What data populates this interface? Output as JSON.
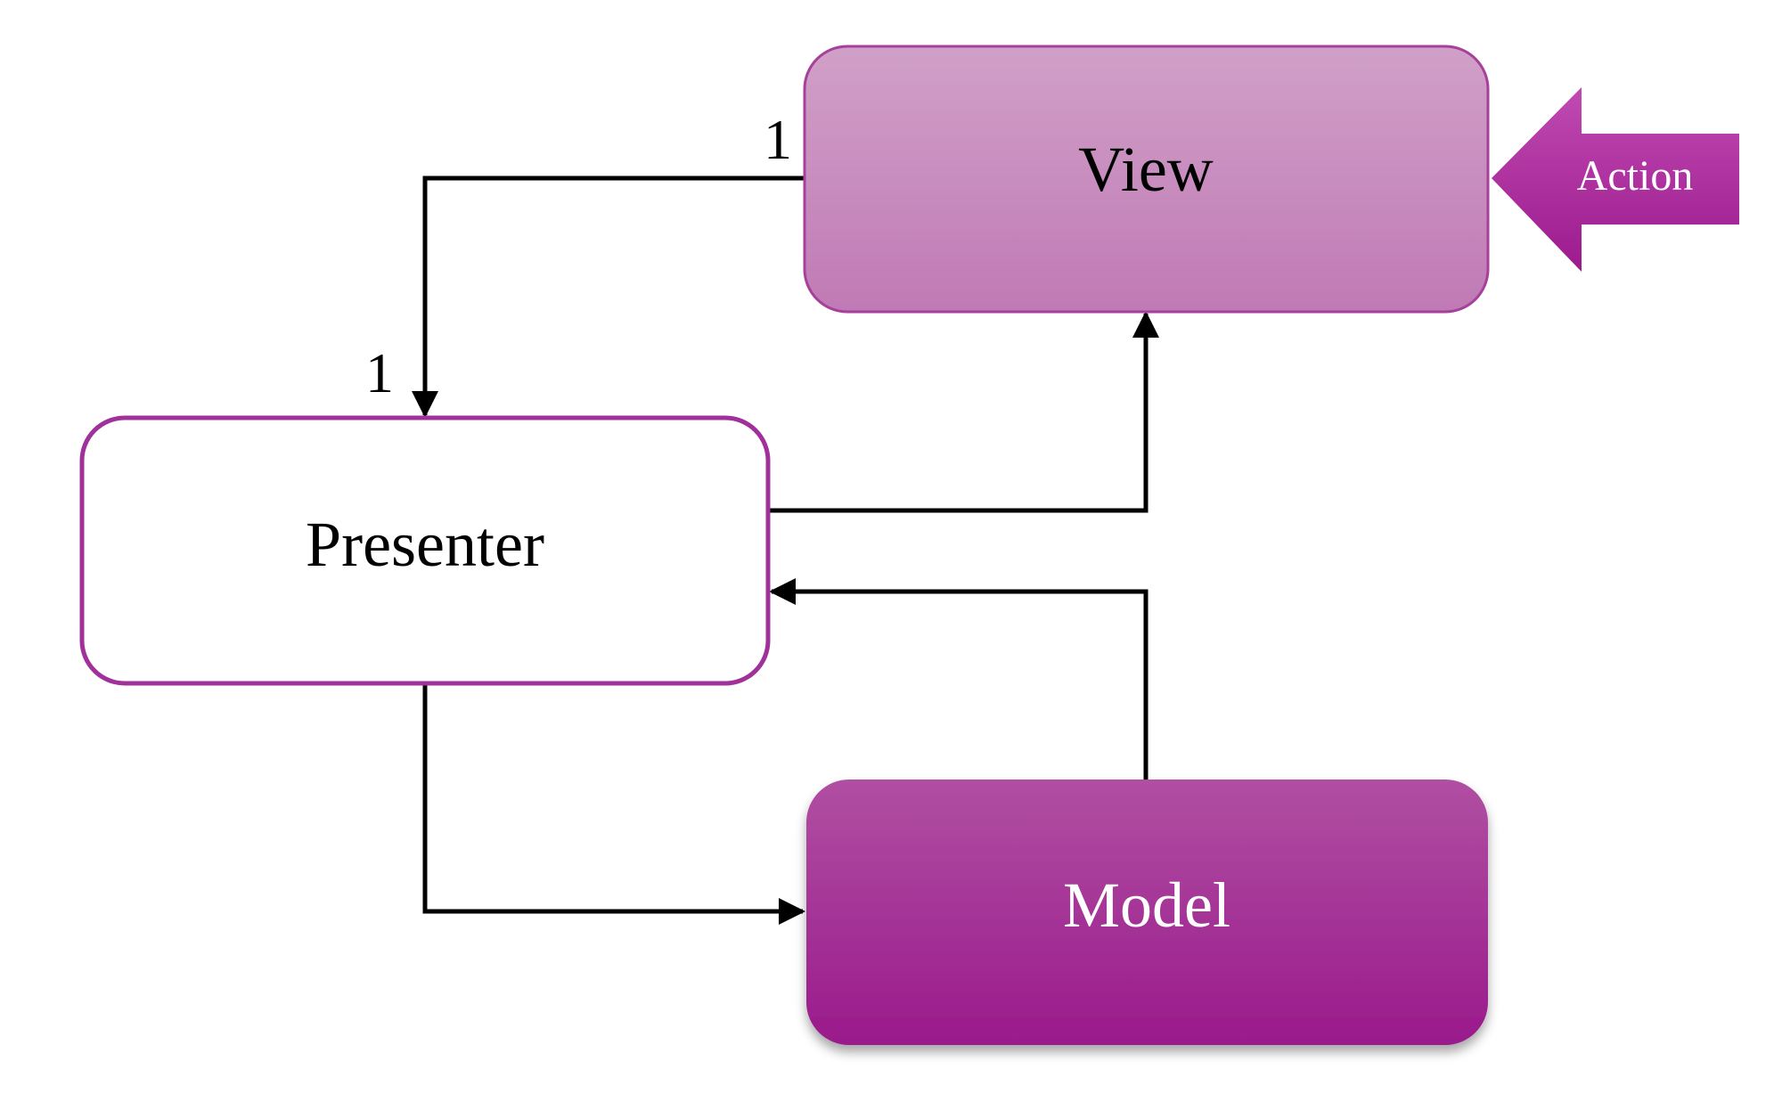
{
  "nodes": {
    "view": {
      "label": "View"
    },
    "presenter": {
      "label": "Presenter"
    },
    "model": {
      "label": "Model"
    },
    "action": {
      "label": "Action"
    }
  },
  "multiplicity": {
    "view_end": "1",
    "presenter_end": "1"
  },
  "colors": {
    "view_fill_top": "#d0a0c8",
    "view_fill_bottom": "#c07ab5",
    "view_border": "#a6409a",
    "presenter_border": "#a0309a",
    "model_fill_top": "#b04fa2",
    "model_fill_bottom": "#9a1a8c",
    "action_fill_top": "#c04ab2",
    "action_fill_bottom": "#9c1a8e",
    "connector": "#000000"
  },
  "edges": [
    {
      "from": "view",
      "to": "presenter"
    },
    {
      "from": "presenter",
      "to": "view"
    },
    {
      "from": "model",
      "to": "presenter"
    },
    {
      "from": "presenter",
      "to": "model"
    },
    {
      "from": "action",
      "to": "view"
    }
  ]
}
